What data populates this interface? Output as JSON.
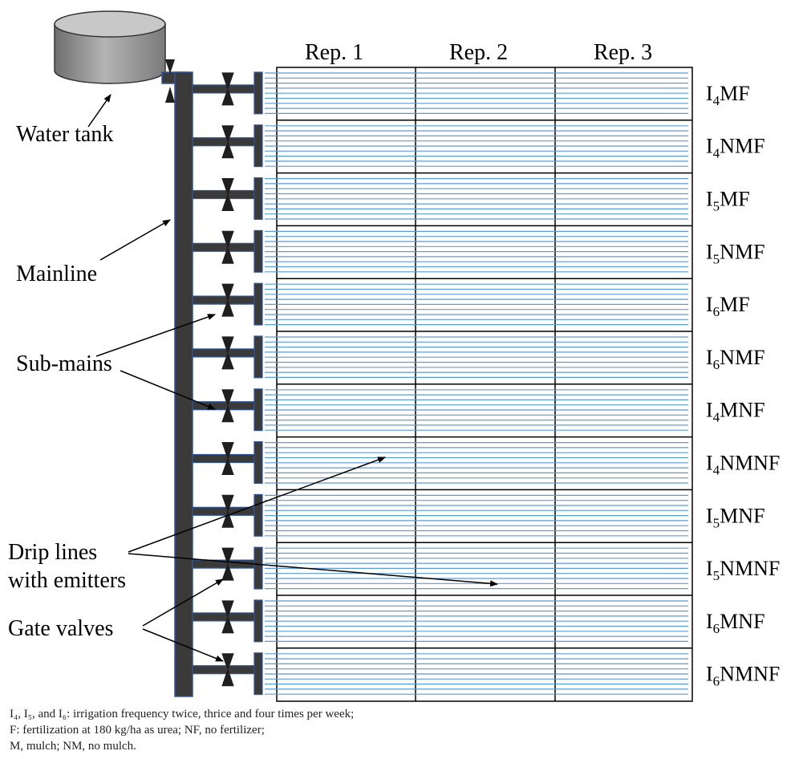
{
  "labels": {
    "water_tank": "Water tank",
    "mainline": "Mainline",
    "sub_mains": "Sub-mains",
    "drip_lines_1": "Drip lines",
    "drip_lines_2": "with emitters",
    "gate_valves": "Gate valves"
  },
  "replications": [
    "Rep. 1",
    "Rep. 2",
    "Rep. 3"
  ],
  "treatments": [
    {
      "base": "I",
      "sub": "4",
      "suffix": "MF"
    },
    {
      "base": "I",
      "sub": "4",
      "suffix": "NMF"
    },
    {
      "base": "I",
      "sub": "5",
      "suffix": "MF"
    },
    {
      "base": "I",
      "sub": "5",
      "suffix": "NMF"
    },
    {
      "base": "I",
      "sub": "6",
      "suffix": "MF"
    },
    {
      "base": "I",
      "sub": "6",
      "suffix": "NMF"
    },
    {
      "base": "I",
      "sub": "4",
      "suffix": "MNF"
    },
    {
      "base": "I",
      "sub": "4",
      "suffix": "NMNF"
    },
    {
      "base": "I",
      "sub": "5",
      "suffix": "MNF"
    },
    {
      "base": "I",
      "sub": "5",
      "suffix": "NMNF"
    },
    {
      "base": "I",
      "sub": "6",
      "suffix": "MNF"
    },
    {
      "base": "I",
      "sub": "6",
      "suffix": "NMNF"
    }
  ],
  "footnote": {
    "line1": "I₄, I₅, and I₆: irrigation frequency twice, thrice and four times per week;",
    "line2": "F: fertilization at 180 kg/ha as urea; NF, no fertilizer;",
    "line3": "M, mulch; NM, no mulch."
  },
  "colors": {
    "pipe": "#3a3a3a",
    "pipe_outline": "#2f5597",
    "drip_line": "#5b9bd5",
    "grid": "#000000",
    "tank": "#9a9a9a"
  }
}
